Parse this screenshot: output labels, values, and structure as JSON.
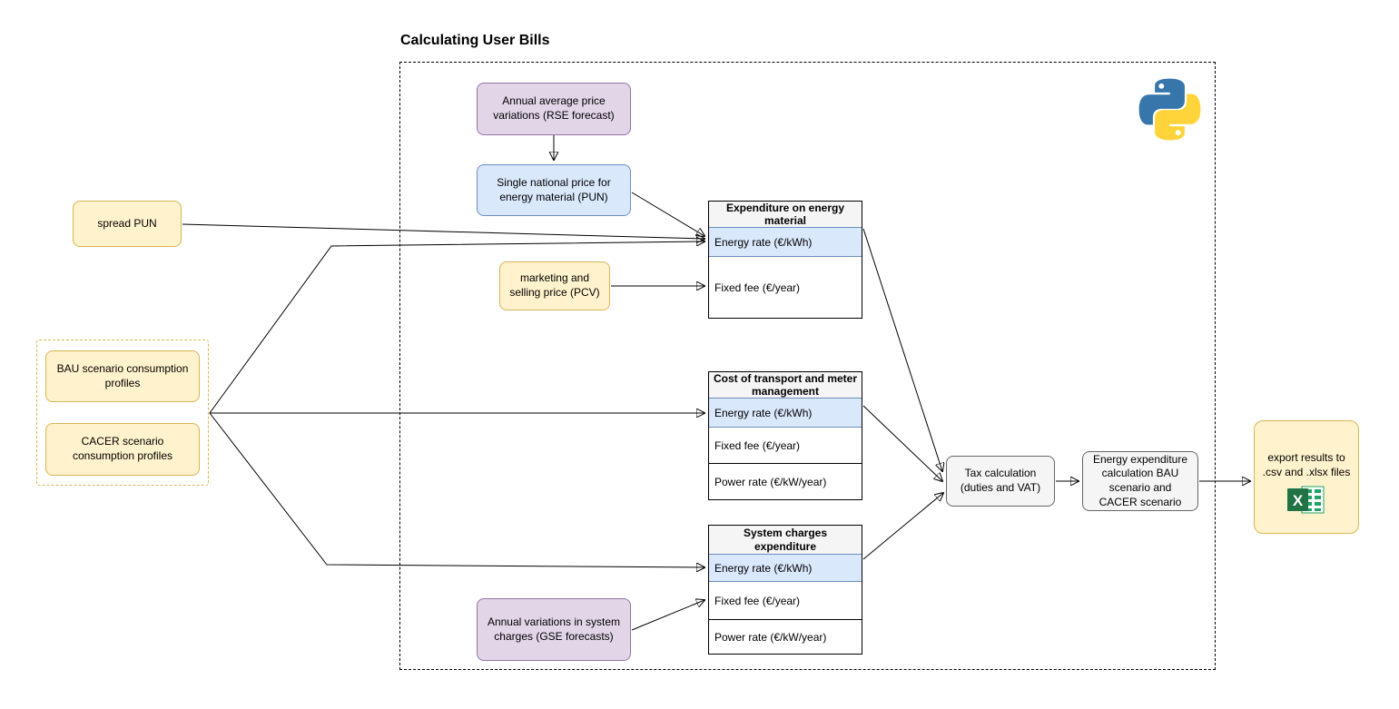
{
  "title": "Calculating User Bills",
  "nodes": {
    "rse_forecast": "Annual average price variations (RSE forecast)",
    "pun": "Single national price for energy material (PUN)",
    "spread_pun": "spread PUN",
    "pcv": "marketing and selling price (PCV)",
    "bau": "BAU scenario consumption profiles",
    "cacer": "CACER scenario consumption profiles",
    "gse": "Annual variations in system charges (GSE forecasts)",
    "tax": "Tax calculation (duties and VAT)",
    "energy_calc": "Energy expenditure calculation BAU scenario and CACER scenario",
    "export": "export results to .csv and .xlsx files"
  },
  "tables": {
    "energy_material": {
      "title": "Expenditure on energy material",
      "rows": [
        "Energy rate (€/kWh)",
        "Fixed fee (€/year)"
      ]
    },
    "transport": {
      "title": "Cost of transport and meter management",
      "rows": [
        "Energy rate (€/kWh)",
        "Fixed fee (€/year)",
        "Power rate (€/kW/year)"
      ]
    },
    "system_charges": {
      "title": "System charges expenditure",
      "rows": [
        "Energy rate (€/kWh)",
        "Fixed fee (€/year)",
        "Power rate (€/kW/year)"
      ]
    }
  },
  "icons": {
    "python": "python-logo",
    "excel": "excel-icon"
  },
  "colors": {
    "yellow_fill": "#FFF2CC",
    "yellow_stroke": "#D6B656",
    "purple_fill": "#E1D5E7",
    "purple_stroke": "#9673A6",
    "blue_fill": "#DAE8FC",
    "blue_stroke": "#6C8EBF",
    "gray_fill": "#F5F5F5",
    "gray_stroke": "#666666",
    "table_header_fill": "#F5F5F5",
    "connector": "#000000",
    "python_blue": "#3776AB",
    "python_yellow": "#FFD43B",
    "excel_green": "#217346"
  }
}
